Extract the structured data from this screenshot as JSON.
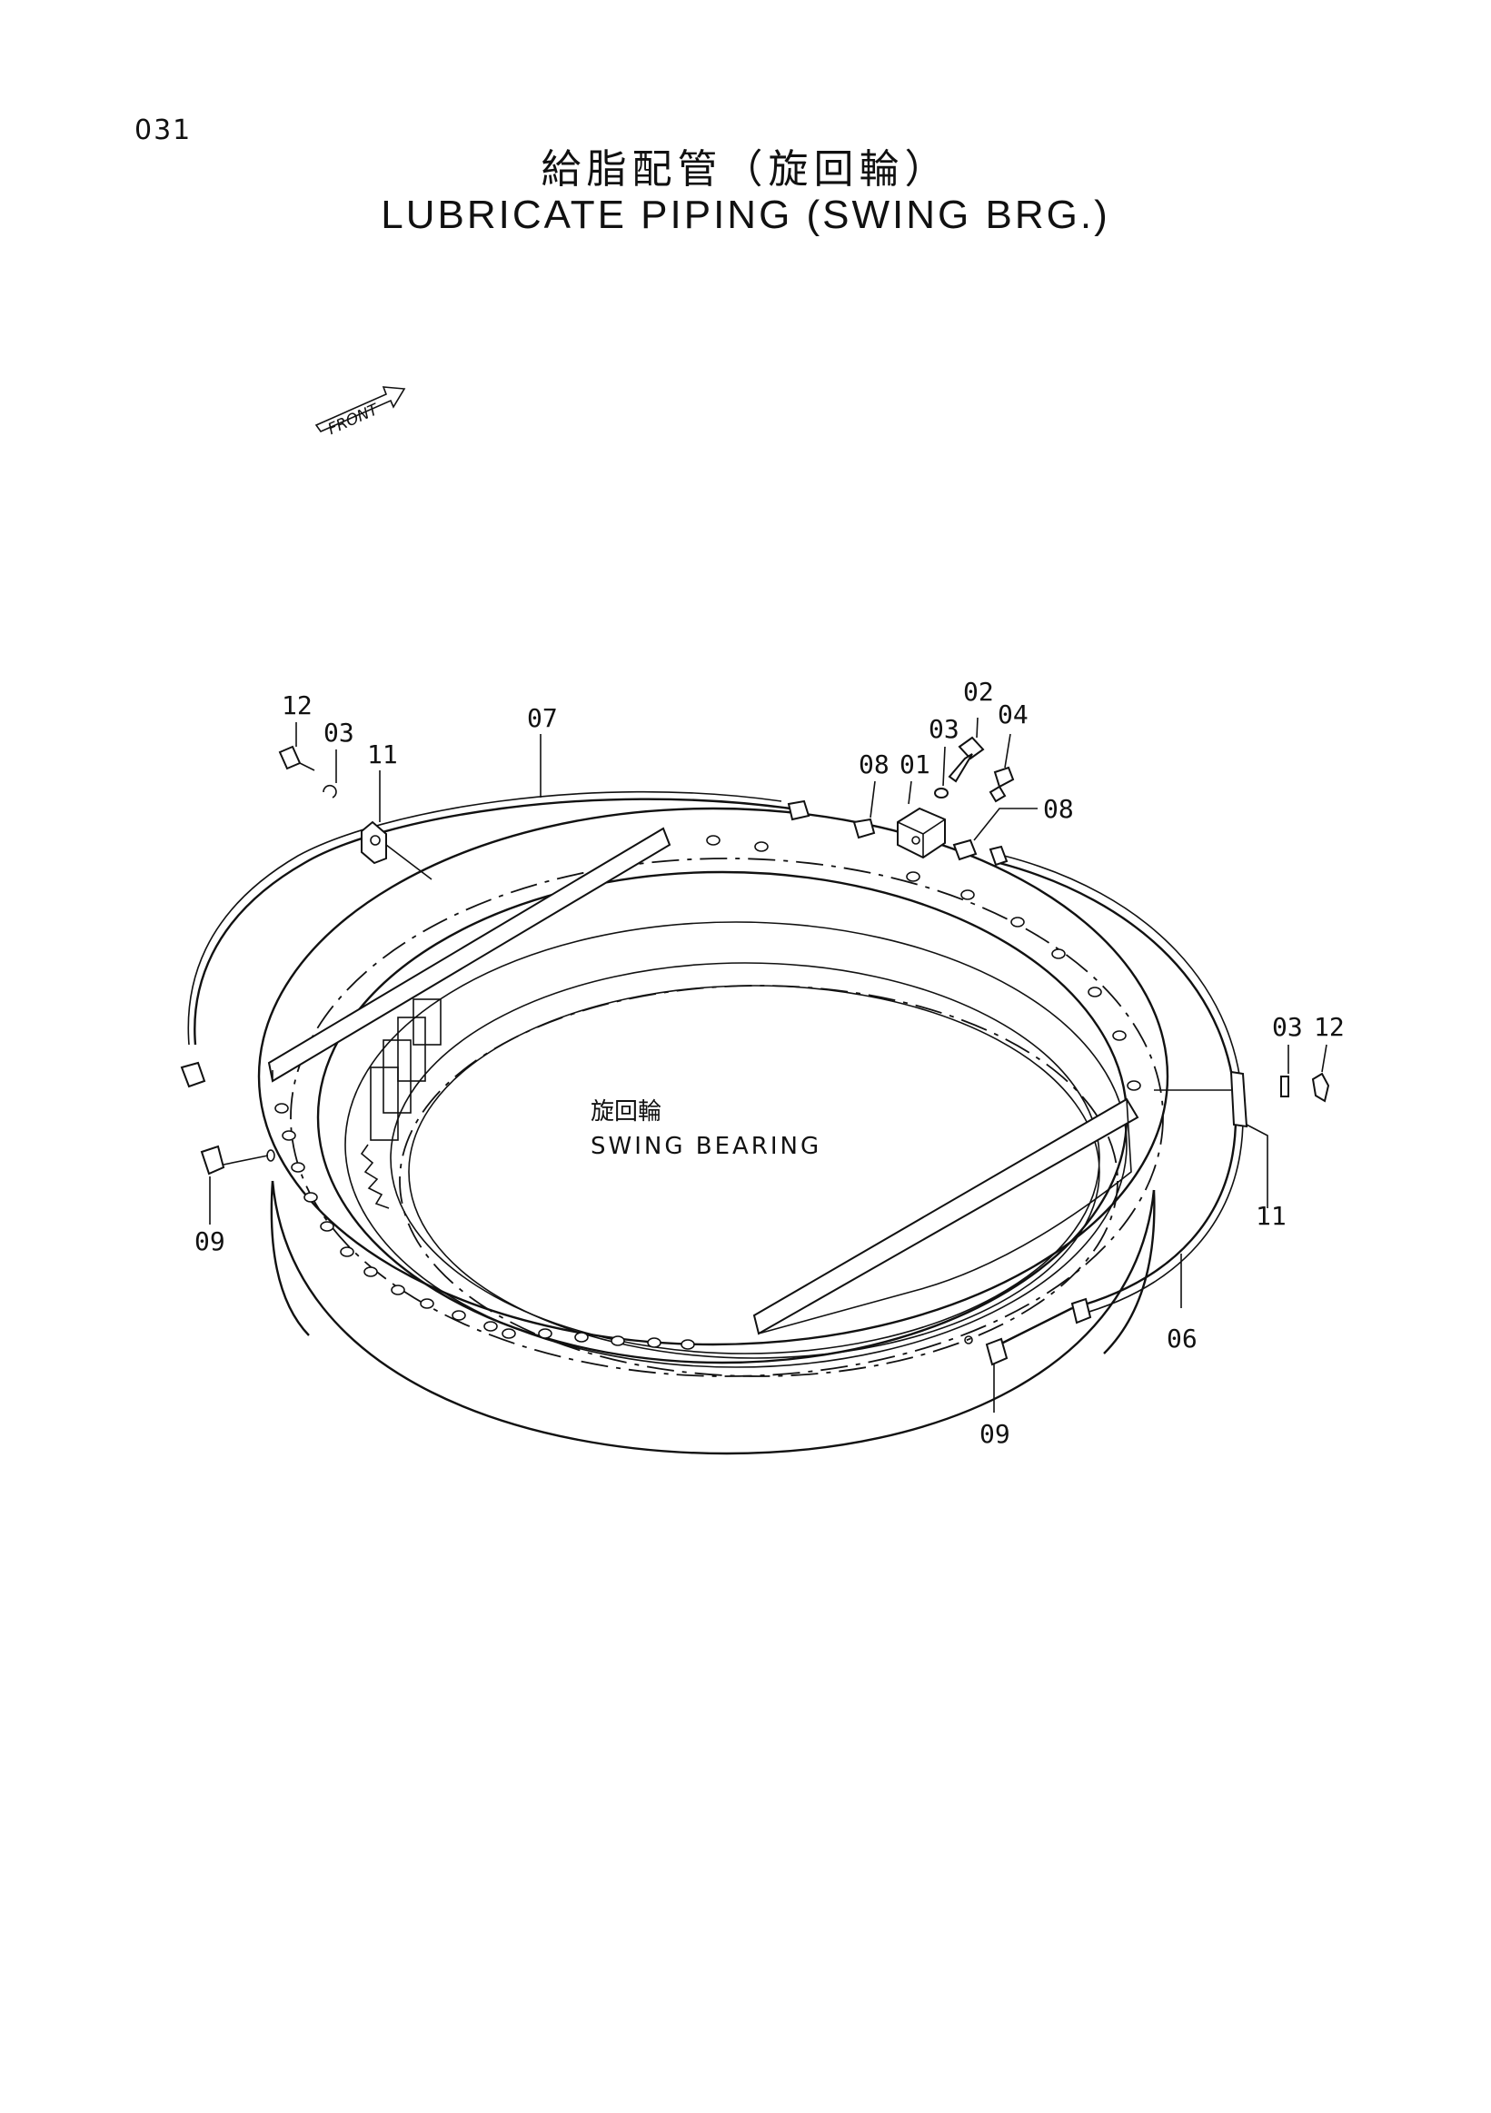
{
  "page_number": "031",
  "title_jp": "給脂配管（旋回輪）",
  "title_en": "LUBRICATE PIPING (SWING BRG.)",
  "front_label": "FRONT",
  "center_label_jp": "旋回輪",
  "center_label_en": "SWING BEARING",
  "callouts": {
    "c12_left": "12",
    "c03_left": "03",
    "c11_left": "11",
    "c07": "07",
    "c08_left": "08",
    "c01": "01",
    "c03_top": "03",
    "c02": "02",
    "c04": "04",
    "c08_right": "08",
    "c03_right": "03",
    "c12_right": "12",
    "c11_right": "11",
    "c06": "06",
    "c09_left": "09",
    "c09_bottom": "09"
  }
}
